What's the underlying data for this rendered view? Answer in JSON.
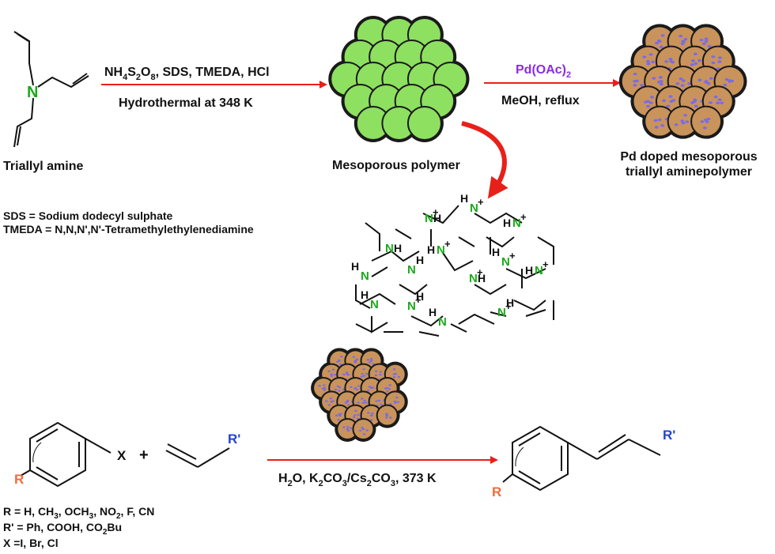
{
  "colors": {
    "black": "#111111",
    "nitrogen_green": "#1aaa1a",
    "bead_green": "#8ee060",
    "bead_copper": "#c9935c",
    "pd_dot": "#7a6be6",
    "arrow_red": "#e8201a",
    "pd_purple": "#8a2be2",
    "r_orange": "#f26b3a",
    "r_prime_blue": "#2244cc"
  },
  "scheme1": {
    "reactant_label": "Triallyl amine",
    "reagents_main": "NH",
    "reagents_sub1": "4",
    "reagents_s": "S",
    "reagents_sub2": "2",
    "reagents_o": "O",
    "reagents_sub3": "8",
    "reagents_rest": ",  SDS, TMEDA, HCl",
    "conditions1": "Hydrothermal at 348 K",
    "polymer_label": "Mesoporous polymer",
    "pd_reagent": "Pd(OAc)",
    "pd_reagent_sub": "2",
    "conditions2": "MeOH, reflux",
    "product_label_line1": "Pd doped mesoporous",
    "product_label_line2": "triallyl aminepolymer"
  },
  "abbreviations": {
    "sds": "SDS = Sodium dodecyl sulphate",
    "tmeda": "TMEDA = N,N,N',N'-Tetramethylethylenediamine"
  },
  "network": {
    "atom_n": "N",
    "atom_h": "H",
    "charge": "+"
  },
  "scheme2": {
    "x": "X",
    "plus": "+",
    "r": "R",
    "r_prime": "R'",
    "conditions_h2o": "H",
    "conditions_h2o_sub": "2",
    "conditions_h2o_tail": "O, K",
    "conditions_k_sub": "2",
    "conditions_co3": "CO",
    "conditions_co3_sub": "3",
    "conditions_cs": "/Cs",
    "conditions_cs_sub": "2",
    "conditions_co3b": "CO",
    "conditions_co3b_sub": "3",
    "conditions_temp": ", 373 K",
    "r_def": "R = H, CH",
    "r_def_sub1": "3",
    "r_def_b": ", OCH",
    "r_def_sub2": "3",
    "r_def_c": ", NO",
    "r_def_sub3": "2",
    "r_def_d": ", F, CN",
    "rp_def": "R' = Ph, COOH, CO",
    "rp_def_sub": "2",
    "rp_def_b": "Bu",
    "x_def": "X =I, Br, Cl"
  }
}
